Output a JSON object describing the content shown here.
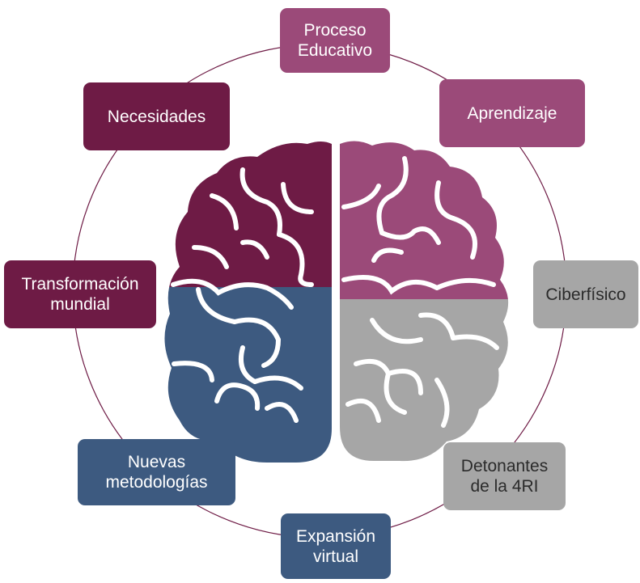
{
  "diagram": {
    "nodes": [
      {
        "id": "proceso",
        "label": "Proceso\nEducativo",
        "color": "#9b4a79"
      },
      {
        "id": "aprendizaje",
        "label": "Aprendizaje",
        "color": "#9b4a79"
      },
      {
        "id": "ciberfisico",
        "label": "Ciberfísico",
        "color": "#a6a6a6"
      },
      {
        "id": "detonantes",
        "label": "Detonantes\nde la 4RI",
        "color": "#a6a6a6"
      },
      {
        "id": "expansion",
        "label": "Expansión\nvirtual",
        "color": "#3d5a80"
      },
      {
        "id": "nuevas",
        "label": "Nuevas\nmetodologías",
        "color": "#3d5a80"
      },
      {
        "id": "transformacion",
        "label": "Transformación\nmundial",
        "color": "#6e1b45"
      },
      {
        "id": "necesidades",
        "label": "Necesidades",
        "color": "#6e1b45"
      }
    ],
    "brain": {
      "top_left": "#6e1b45",
      "top_right": "#9b4a79",
      "bottom_left": "#3d5a80",
      "bottom_right": "#a6a6a6"
    },
    "ring_color": "#6e1b45"
  }
}
